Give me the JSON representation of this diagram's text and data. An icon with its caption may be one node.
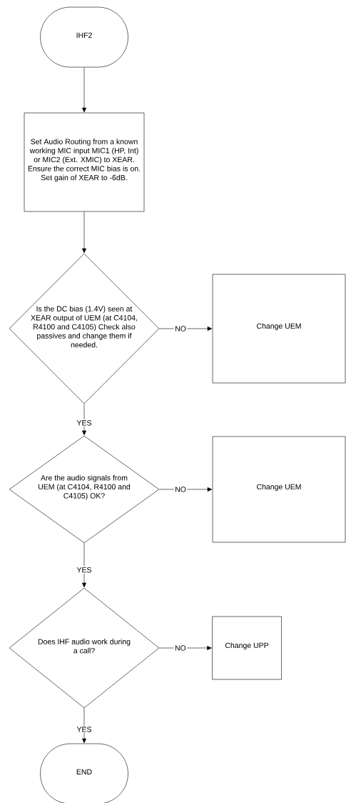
{
  "diagram": {
    "nodes": [
      {
        "text": [
          "IHF2"
        ]
      },
      {
        "text": [
          "Set Audio Routing from a known working MIC input MIC1 (HP, Int) or MIC2 (Ext. XMIC) to XEAR. Ensure the correct MIC bias is on.",
          "Set gain of XEAR to -6dB."
        ]
      },
      {
        "text": [
          "Is the DC bias (1.4V) seen at XEAR output of UEM (at C4104, R4100 and C4105) Check also passives and change them if needed."
        ]
      },
      {
        "text": [
          "Change UEM"
        ]
      },
      {
        "text": [
          "Are the audio signals from UEM (at C4104, R4100 and C4105) OK?"
        ]
      },
      {
        "text": [
          "Change UEM"
        ]
      },
      {
        "text": [
          "Does IHF audio work during a call?"
        ]
      },
      {
        "text": [
          "Change UPP"
        ]
      },
      {
        "text": [
          "END"
        ]
      }
    ],
    "edges": [
      {
        "from": 0,
        "to": 1,
        "arrow": "to"
      },
      {
        "from": 1,
        "to": 2,
        "arrow": "to"
      },
      {
        "from": 2,
        "to": 3,
        "arrow": "to",
        "label": "NO"
      },
      {
        "from": 2,
        "to": 4,
        "arrow": "to",
        "label": "YES"
      },
      {
        "from": 4,
        "to": 5,
        "arrow": "to",
        "label": "NO"
      },
      {
        "from": 4,
        "to": 6,
        "arrow": "to",
        "label": "YES"
      },
      {
        "from": 6,
        "to": 7,
        "arrow": "to",
        "label": "NO"
      },
      {
        "from": 6,
        "to": 8,
        "arrow": "to",
        "label": "YES"
      }
    ]
  }
}
